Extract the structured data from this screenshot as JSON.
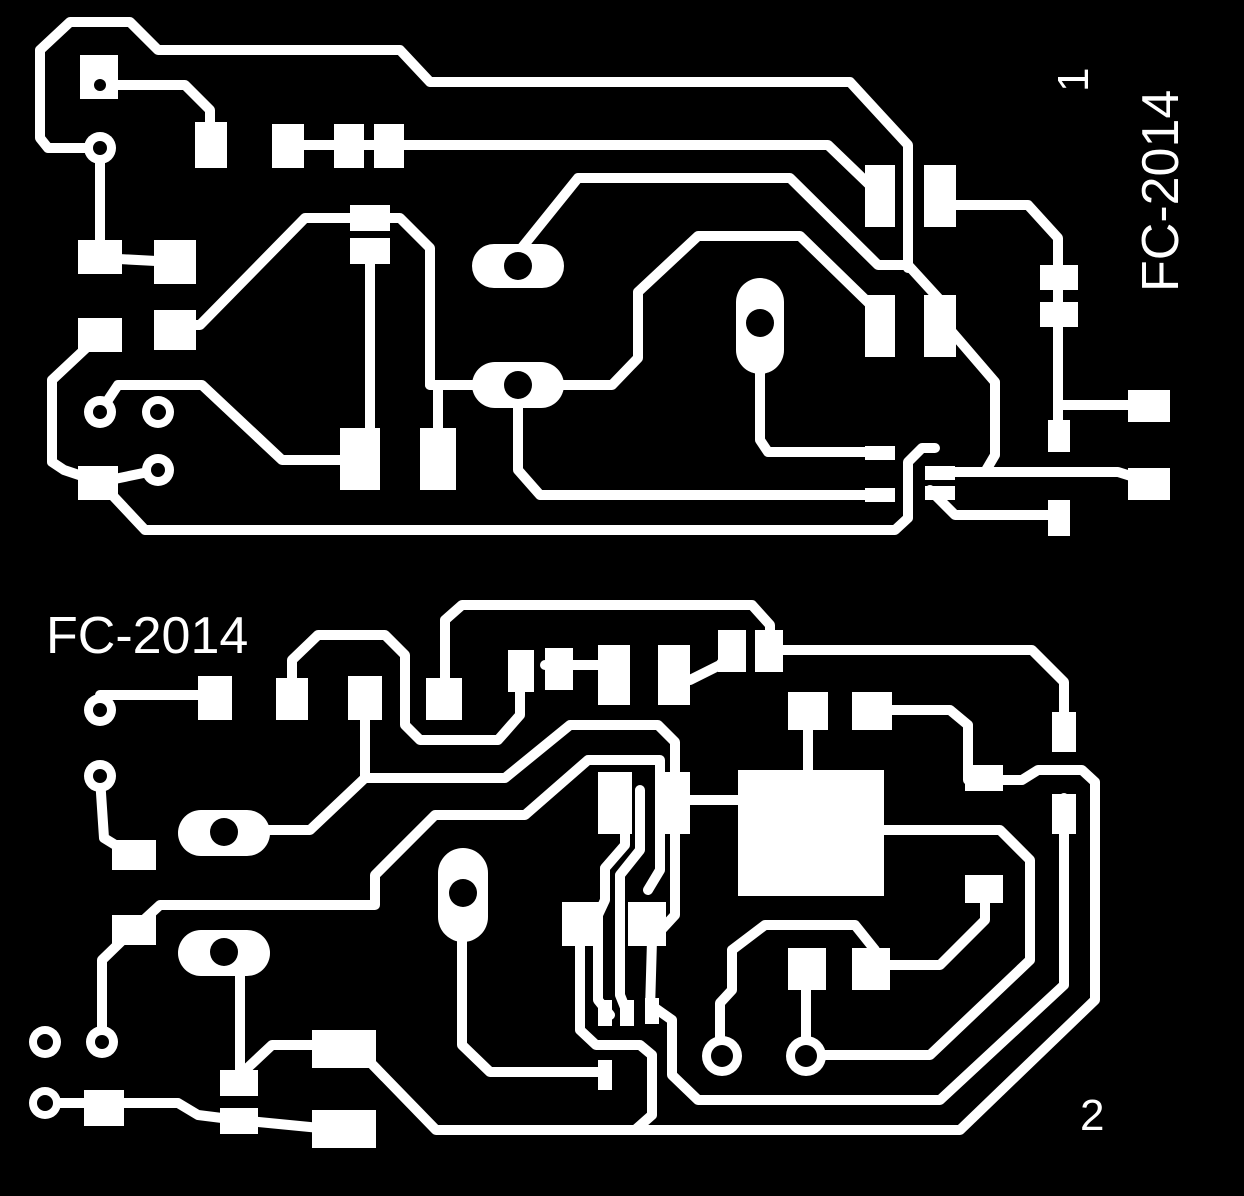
{
  "boards": [
    {
      "label": "FC-2014",
      "number": "1"
    },
    {
      "label": "FC-2014",
      "number": "2"
    }
  ],
  "colors": {
    "background": "#000000",
    "copper": "#ffffff"
  }
}
